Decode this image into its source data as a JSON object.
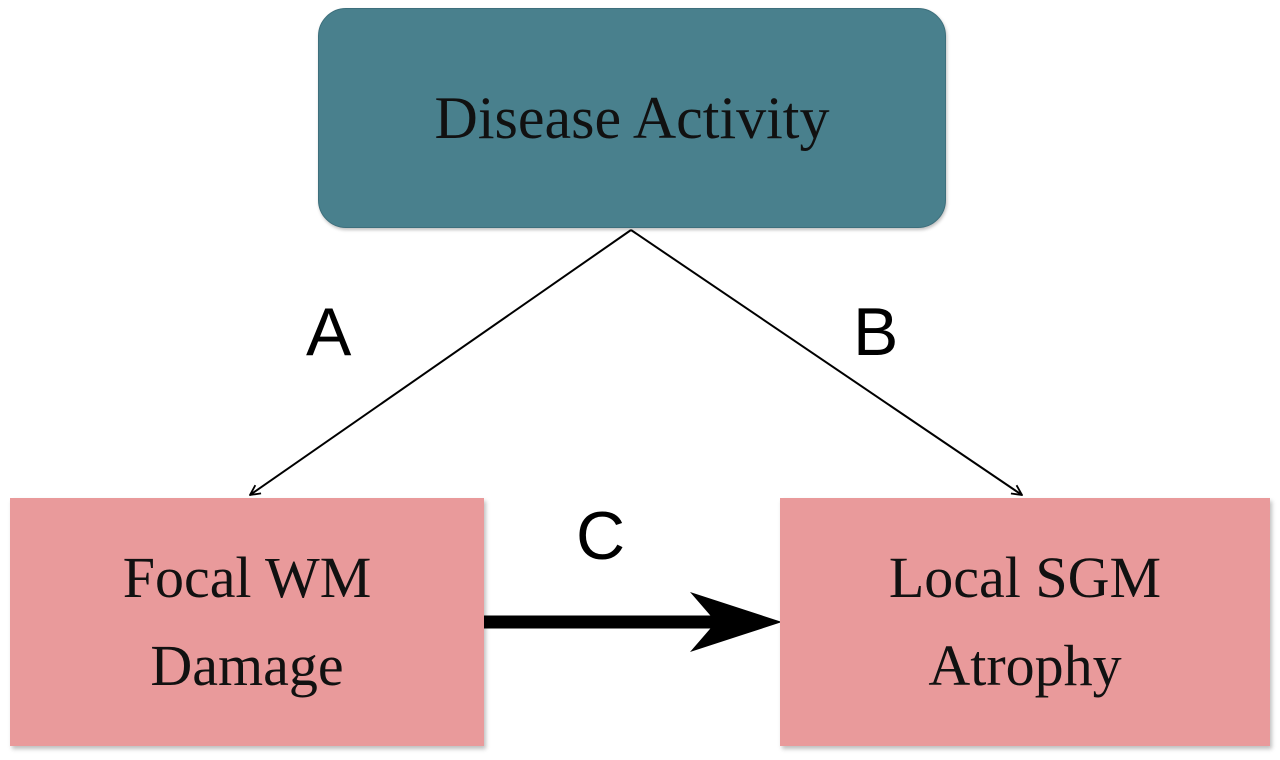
{
  "colors": {
    "top_fill": "#49808d",
    "bottom_fill": "#e99a9b",
    "stroke": "#000000"
  },
  "nodes": {
    "top": {
      "lines": [
        "Disease Activity"
      ]
    },
    "left": {
      "lines": [
        "Focal WM",
        "Damage"
      ]
    },
    "right": {
      "lines": [
        "Local SGM",
        "Atrophy"
      ]
    }
  },
  "edges": {
    "a": {
      "label": "A",
      "from": "top",
      "to": "left"
    },
    "b": {
      "label": "B",
      "from": "top",
      "to": "right"
    },
    "c": {
      "label": "C",
      "from": "left",
      "to": "right"
    }
  }
}
